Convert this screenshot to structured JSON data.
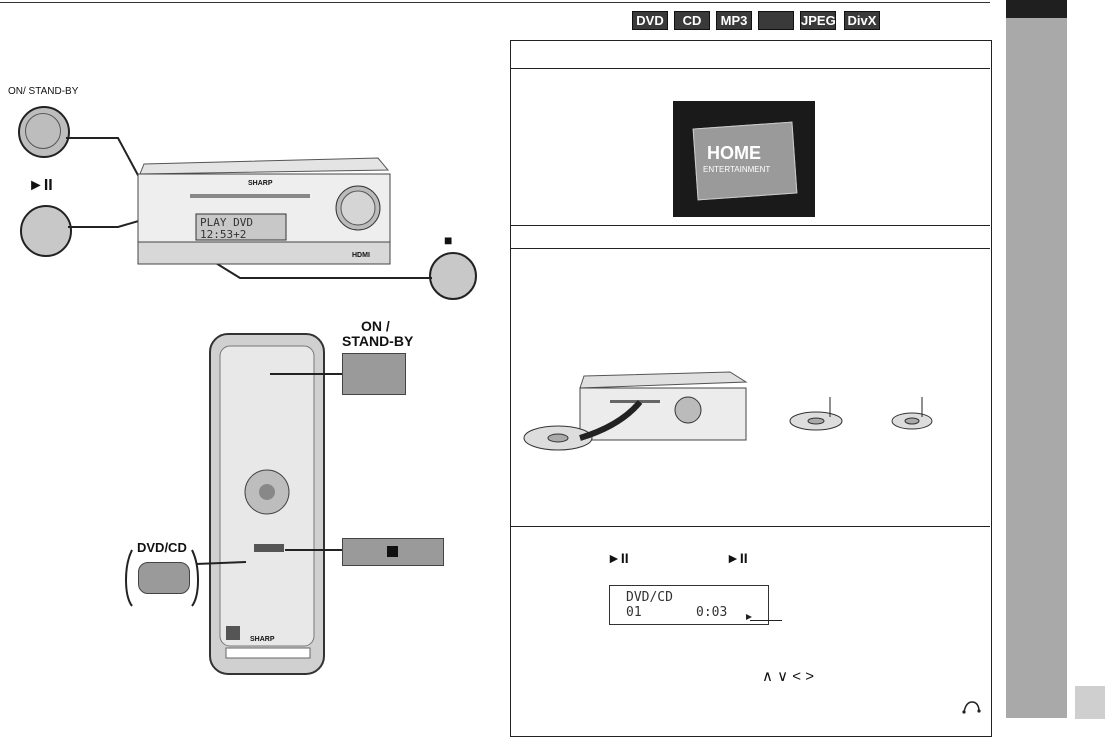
{
  "formats": [
    "DVD",
    "CD",
    "MP3",
    "",
    "JPEG",
    "DivX"
  ],
  "labels": {
    "on_standby": "ON/ STAND-BY",
    "play_pause_symbol": "►II",
    "stop_symbol": "■",
    "remote_on": "ON /",
    "remote_standby": "STAND-BY",
    "remote_dvdcd": "DVD/CD"
  },
  "unit": {
    "brand": "SHARP",
    "display_line1": "PLAY DVD",
    "display_line2": "12:53+2",
    "hdmi": "HDMI"
  },
  "remote": {
    "brand": "SHARP"
  },
  "splash": {
    "line1": "HOME",
    "line2": "ENTERTAINMENT"
  },
  "step4": {
    "play_symbol_a": "►II",
    "play_symbol_b": "►II",
    "display_line1": "DVD/CD",
    "display_track": "01",
    "display_time": "0:03",
    "nav_symbols": "∧ ∨ <   >"
  },
  "colors": {
    "sidebar": "#a9a9a9",
    "badge": "#3a3a3a"
  }
}
